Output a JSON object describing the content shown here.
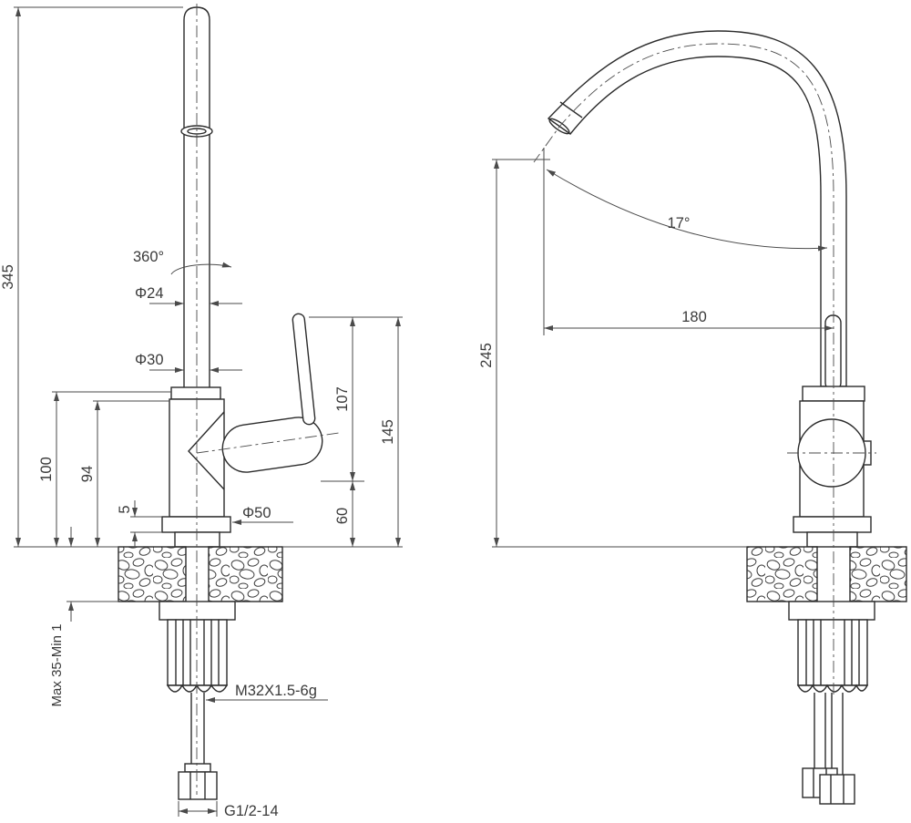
{
  "drawing": {
    "front_view": {
      "swivel_angle": "360°",
      "spout_diameter": "Φ24",
      "column_diameter": "Φ30",
      "overall_height": "345",
      "handle_top_height": "145",
      "handle_length": "107",
      "valve_center_height": "60",
      "body_top_height": "100",
      "body_shoulder_height": "94",
      "flange_thickness": "5",
      "base_diameter": "Φ50",
      "mounting_thickness": "Max 35-Min 1",
      "mounting_thread": "M32X1.5-6g",
      "inlet_thread": "G1/2-14"
    },
    "side_view": {
      "spout_tilt_angle": "17°",
      "spout_reach": "180",
      "spout_outlet_height": "245"
    }
  }
}
